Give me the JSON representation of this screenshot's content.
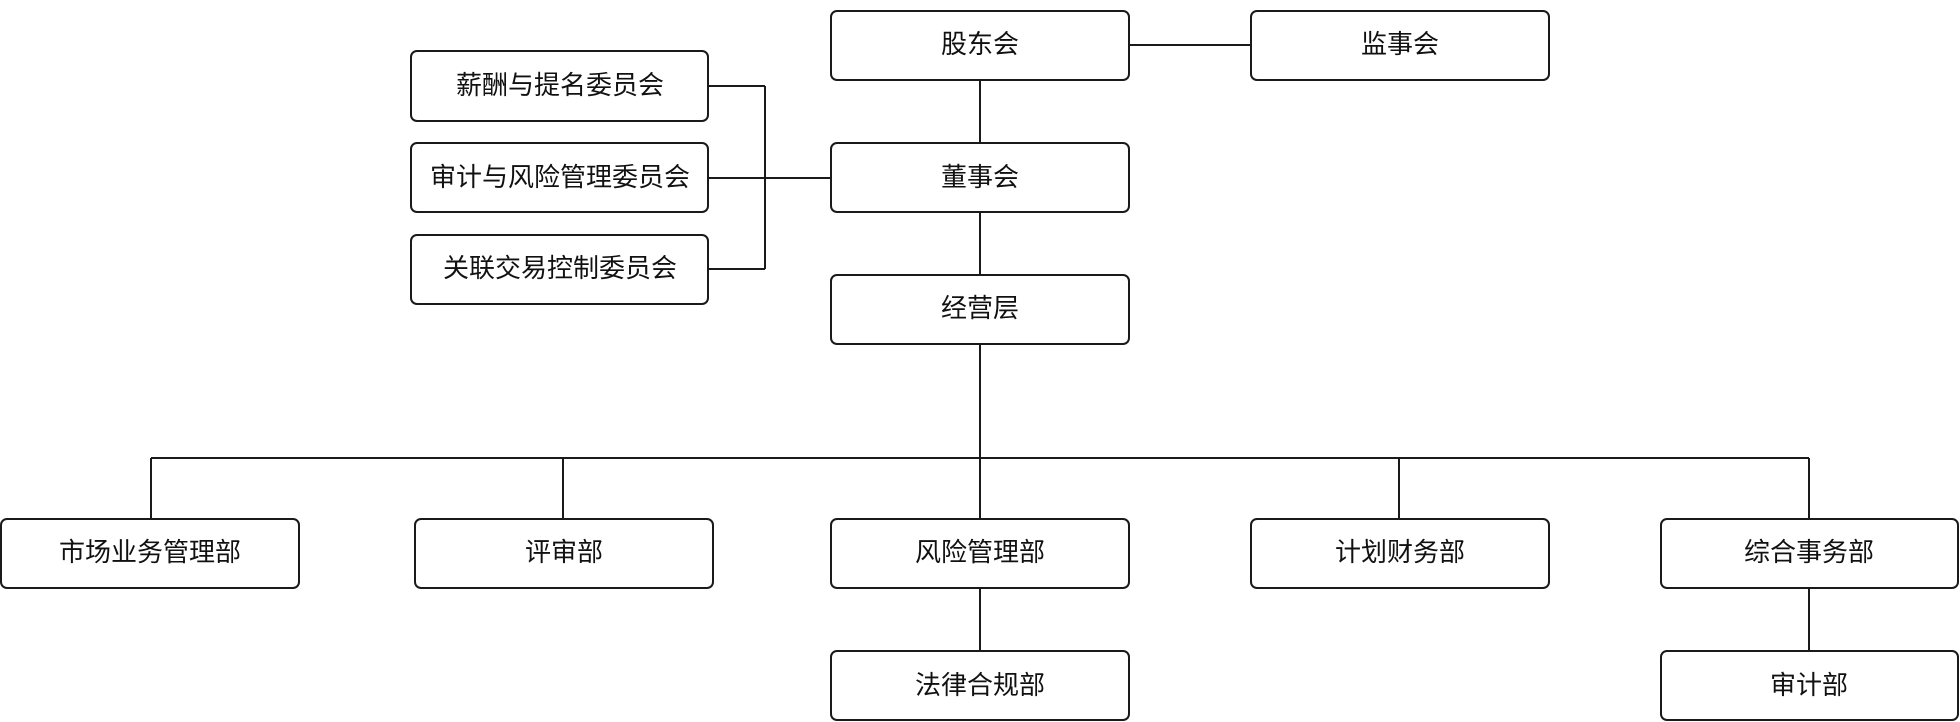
{
  "diagram": {
    "nodes": {
      "shareholders_meeting": "股东会",
      "supervisory_board": "监事会",
      "board_of_directors": "董事会",
      "compensation_nomination_committee": "薪酬与提名委员会",
      "audit_risk_committee": "审计与风险管理委员会",
      "related_transaction_committee": "关联交易控制委员会",
      "management": "经营层",
      "market_business_dept": "市场业务管理部",
      "review_dept": "评审部",
      "risk_management_dept": "风险管理部",
      "planning_finance_dept": "计划财务部",
      "general_affairs_dept": "综合事务部",
      "legal_compliance_dept": "法律合规部",
      "audit_dept": "审计部"
    }
  }
}
